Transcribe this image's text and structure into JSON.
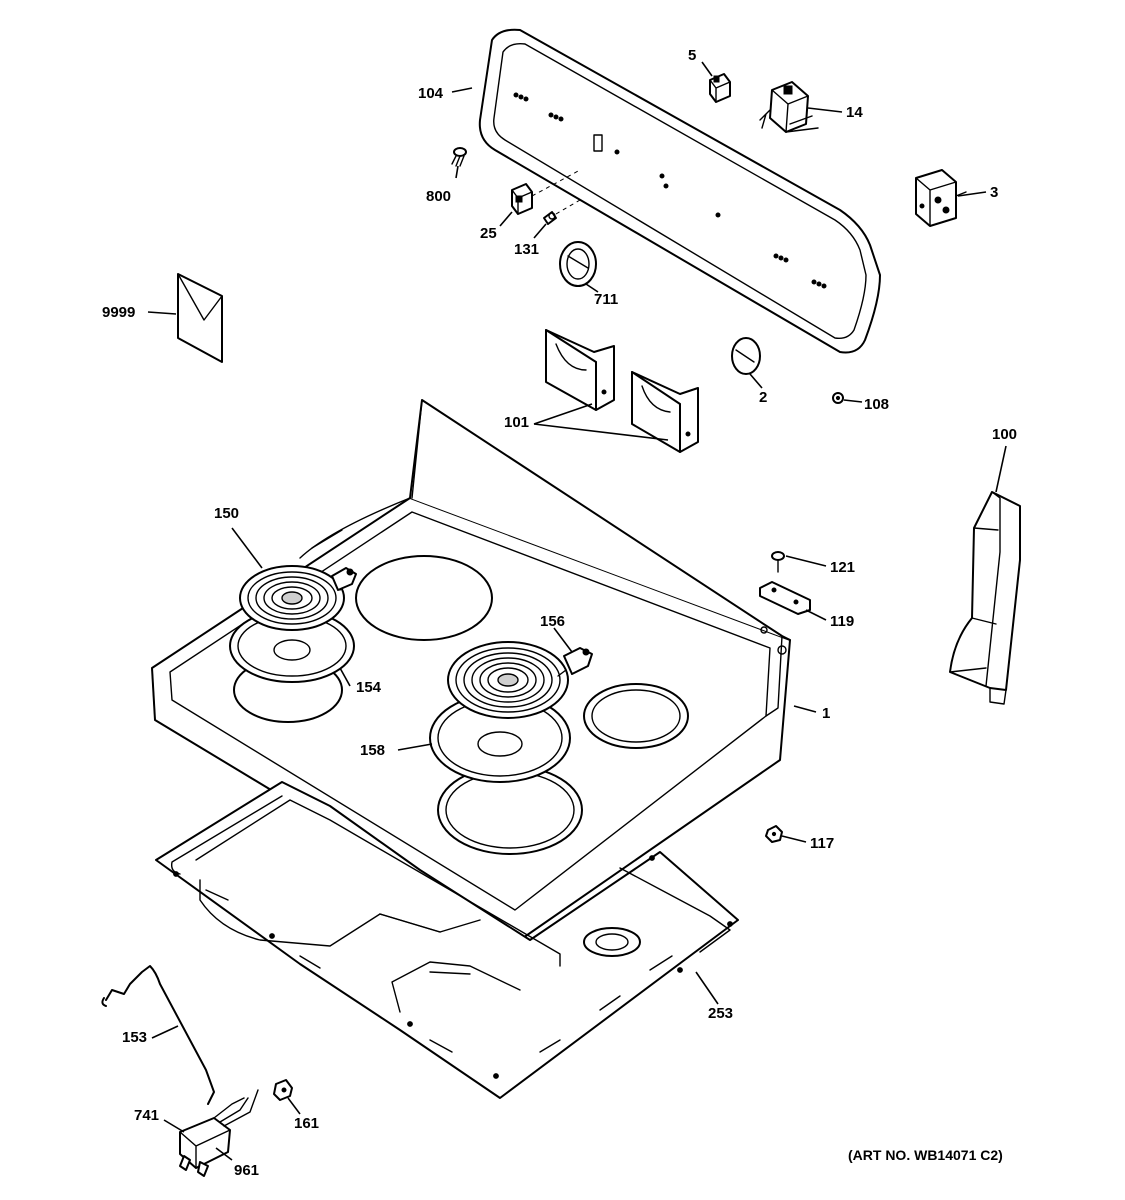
{
  "callouts": {
    "c104": "104",
    "c5": "5",
    "c14": "14",
    "c800": "800",
    "c25": "25",
    "c131": "131",
    "c3": "3",
    "c711": "711",
    "c9999": "9999",
    "c2": "2",
    "c108": "108",
    "c101": "101",
    "c100": "100",
    "c150": "150",
    "c121": "121",
    "c119": "119",
    "c156": "156",
    "c154": "154",
    "c1": "1",
    "c158": "158",
    "c117": "117",
    "c253": "253",
    "c153": "153",
    "c741": "741",
    "c161": "161",
    "c961": "961"
  },
  "art_number": "(ART NO. WB14071 C2)"
}
